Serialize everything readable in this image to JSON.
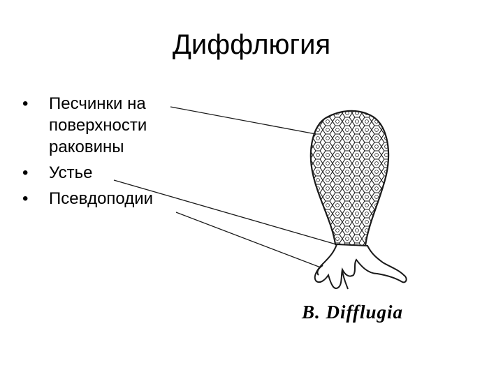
{
  "slide": {
    "title": "Диффлюгия"
  },
  "bullets": [
    {
      "marker": "•",
      "label": "Песчинки на поверхности раковины"
    },
    {
      "marker": "•",
      "label": "Устье"
    },
    {
      "marker": "•",
      "label": "Псевдоподии"
    }
  ],
  "figure": {
    "caption": "B. Difflugia",
    "outline_color": "#1a1a1a",
    "fill_color": "#ffffff"
  }
}
